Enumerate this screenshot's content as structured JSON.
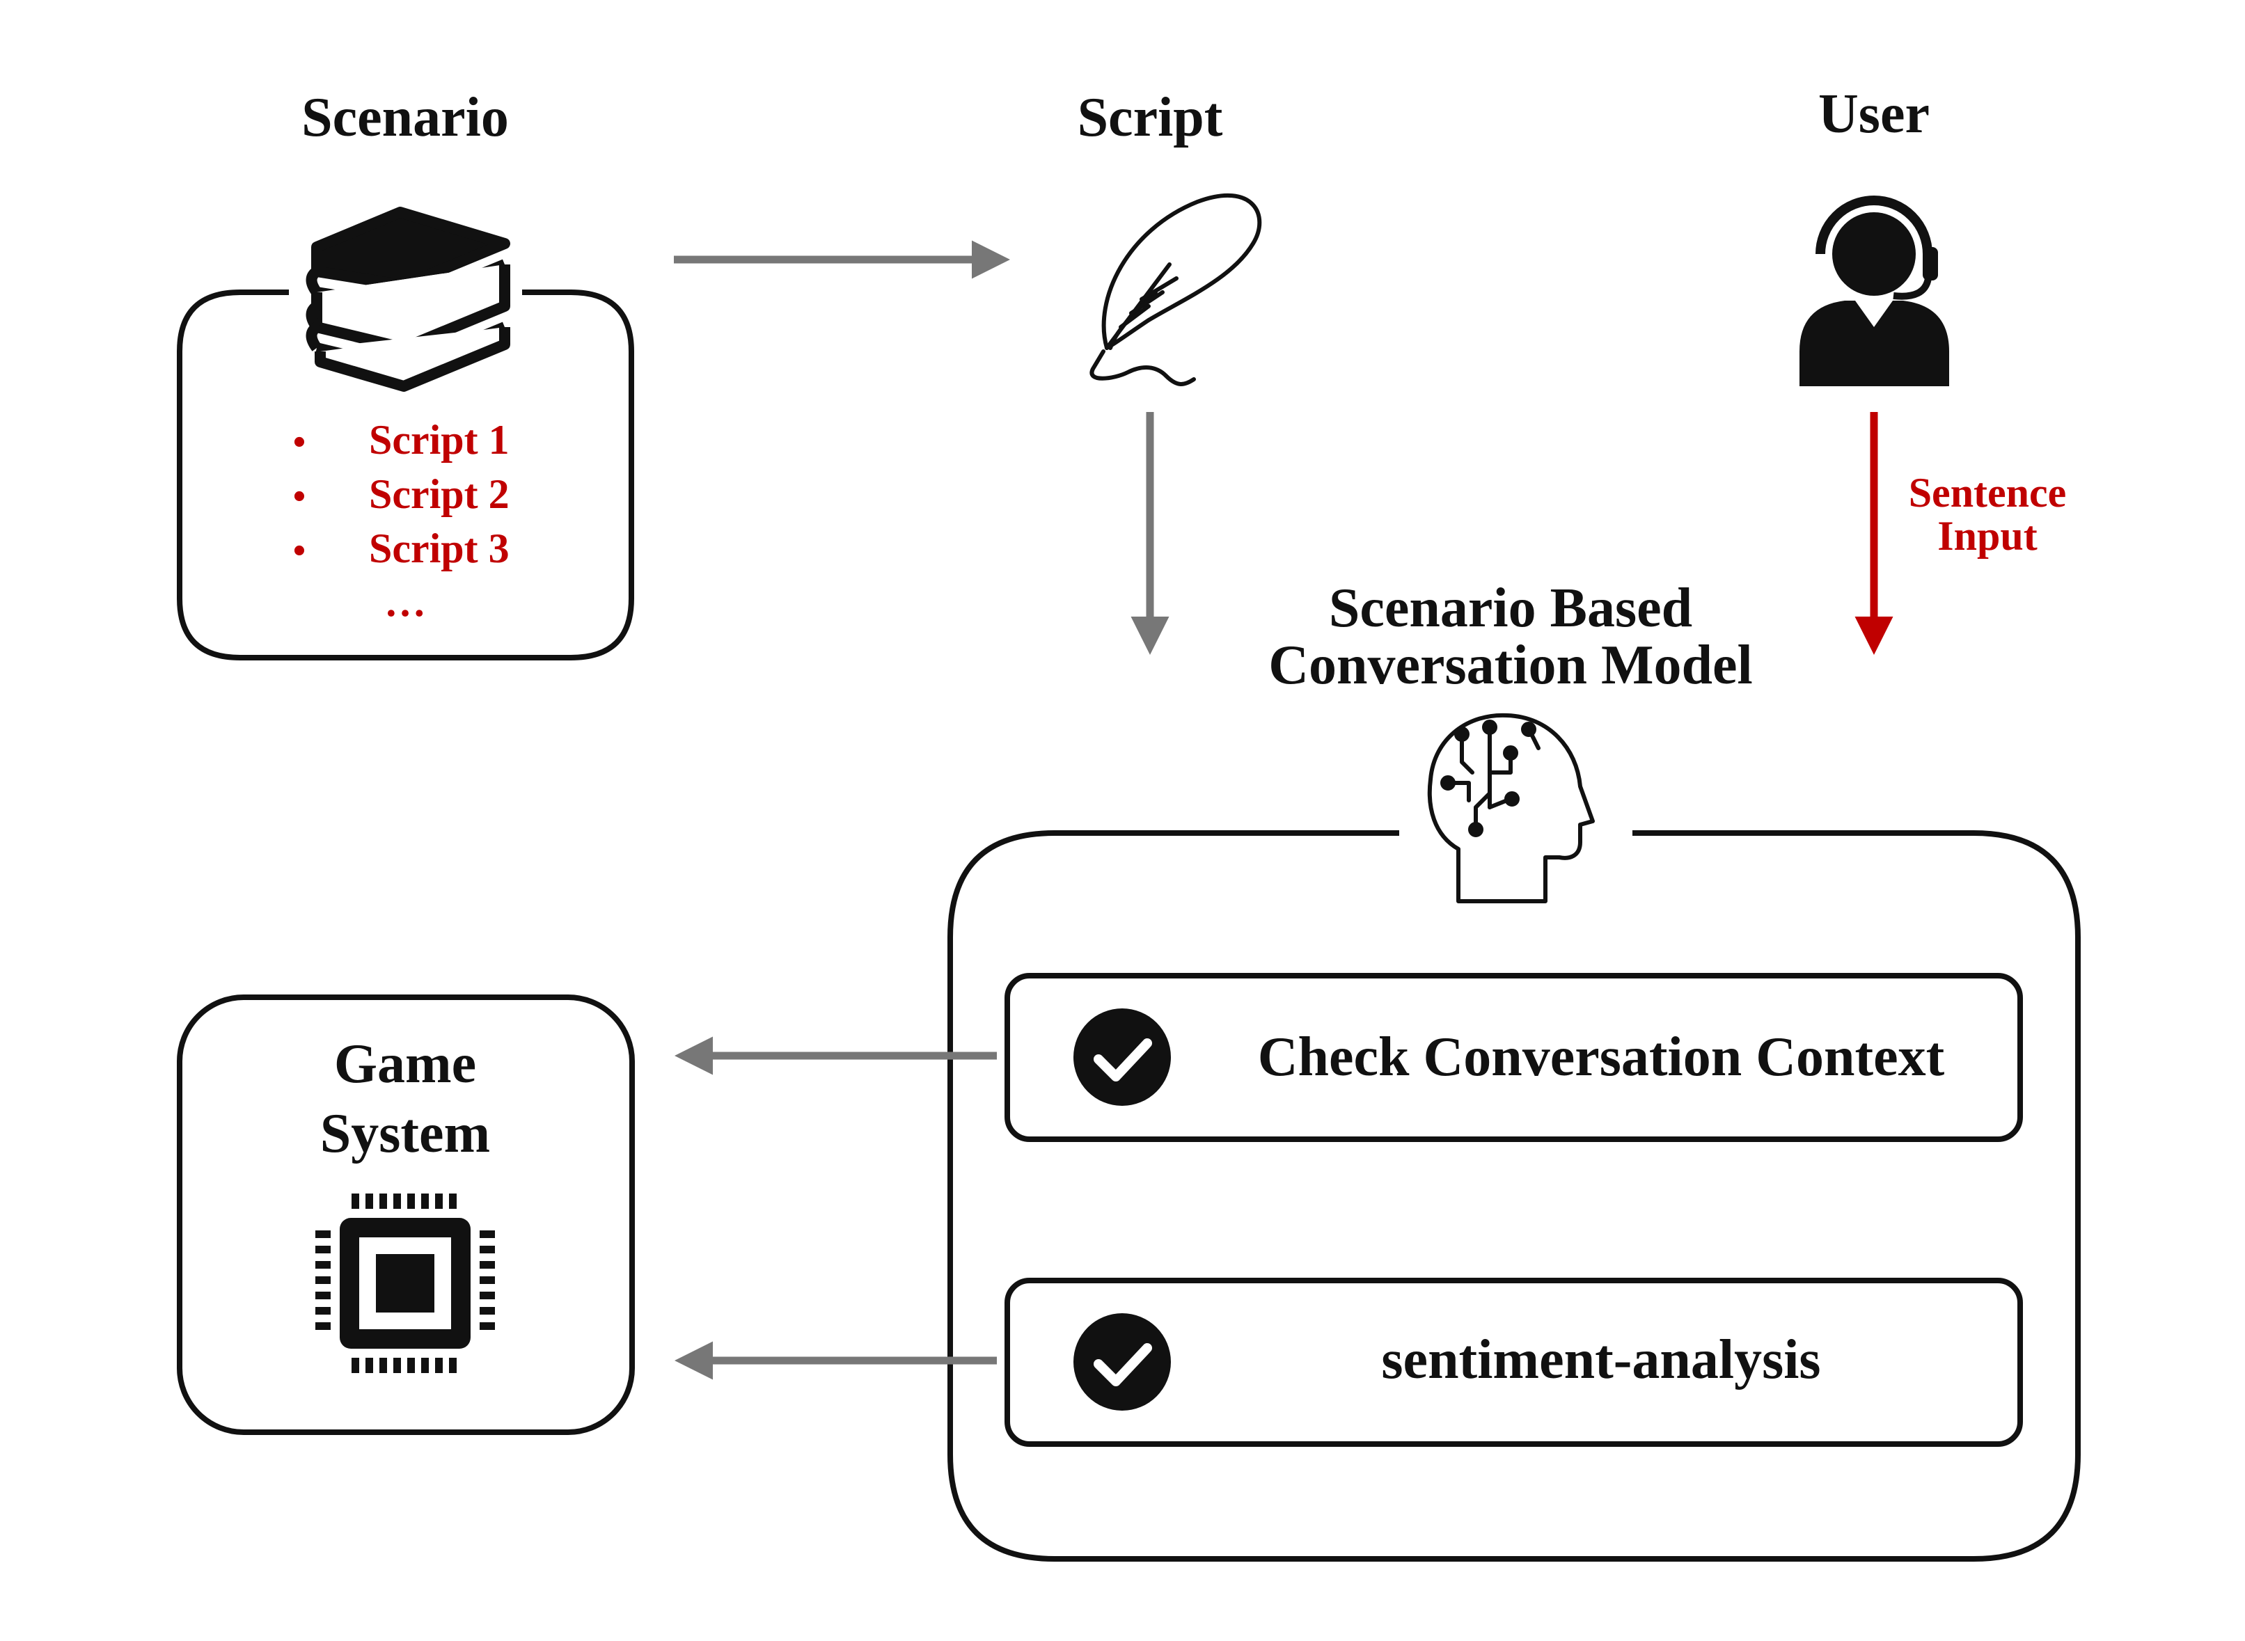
{
  "scenario": {
    "title": "Scenario",
    "items": [
      "Script 1",
      "Script 2",
      "Script 3"
    ],
    "bullet": "•",
    "more": "…"
  },
  "script": {
    "title": "Script"
  },
  "user": {
    "title": "User",
    "input_label_line1": "Sentence",
    "input_label_line2": "Input"
  },
  "model": {
    "title_line1": "Scenario Based",
    "title_line2": "Conversation Model",
    "tasks": [
      {
        "label": "Check Conversation Context",
        "icon": "check-circle-icon"
      },
      {
        "label": "sentiment-analysis",
        "icon": "check-circle-icon"
      }
    ]
  },
  "game": {
    "title_line1": "Game",
    "title_line2": "System"
  },
  "colors": {
    "ink": "#111111",
    "accent_red": "#c00000",
    "arrow_gray": "#777777"
  },
  "icons": {
    "scenario": "books-icon",
    "script": "feather-quill-icon",
    "user": "headset-user-icon",
    "model": "ai-head-circuit-icon",
    "game": "cpu-chip-icon"
  }
}
